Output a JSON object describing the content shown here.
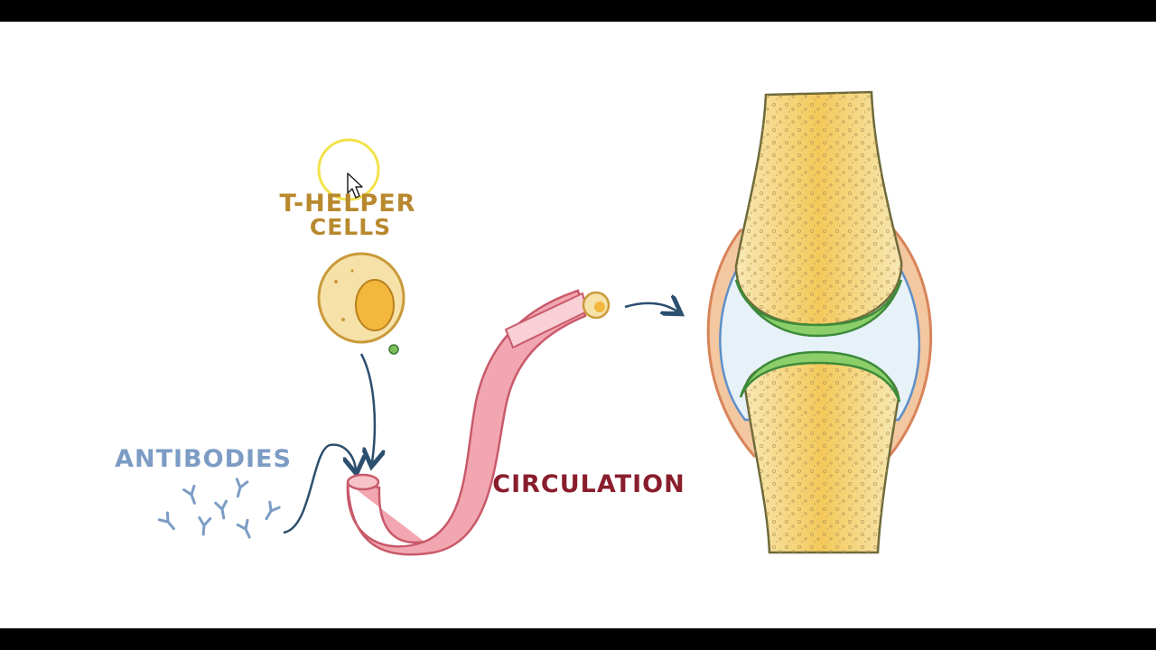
{
  "labels": {
    "t_helper_line1": "T-HELPER",
    "t_helper_line2": "CELLS",
    "antibodies": "ANTIBODIES",
    "circulation": "CIRCULATION"
  },
  "colors": {
    "letterbox": "#000000",
    "background": "#ffffff",
    "t_helper_label": "#b8892e",
    "antibodies_label": "#7c9cc4",
    "circulation_label": "#8a1d2c",
    "arrow": "#2c4f6e",
    "vessel": "#f2a7b0",
    "vessel_outline": "#c85a6a",
    "bone": "#f7e3a1",
    "bone_marrow": "#f2c04a",
    "cartilage": "#8ccf6a",
    "synovial_fluid": "#e6f1f8",
    "capsule": "#e8a070",
    "cursor_highlight": "#f2e24a"
  },
  "icons": {
    "cursor": "mouse-pointer-icon"
  }
}
